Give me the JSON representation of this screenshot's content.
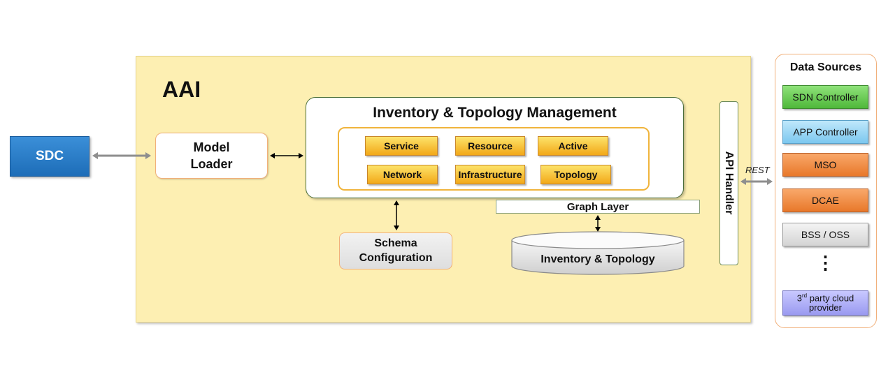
{
  "aai": {
    "title": "AAI"
  },
  "sdc": {
    "label": "SDC"
  },
  "model_loader": {
    "line1": "Model",
    "line2": "Loader"
  },
  "inventory_topology_management": {
    "title": "Inventory & Topology Management",
    "modules": [
      "Service",
      "Resource",
      "Active",
      "Network",
      "Infrastructure",
      "Topology"
    ]
  },
  "graph_layer": {
    "label": "Graph Layer"
  },
  "schema_configuration": {
    "line1": "Schema",
    "line2": "Configuration"
  },
  "inventory_db": {
    "label": "Inventory & Topology"
  },
  "api_handler": {
    "label": "API Handler"
  },
  "rest_label": "REST",
  "data_sources": {
    "title": "Data Sources",
    "items": [
      "SDN Controller",
      "APP Controller",
      "MSO",
      "DCAE",
      "BSS / OSS"
    ],
    "ellipsis": "⋮",
    "third_party": {
      "ordinal": "3",
      "ordinal_suffix": "rd",
      "line1_rest": " party cloud",
      "line2": "provider"
    }
  },
  "colors": {
    "aai_bg": "#fdefb2",
    "sdc_blue": "#1d6db8",
    "module_gold": "#f2a818",
    "border_orange": "#f1b07a"
  }
}
